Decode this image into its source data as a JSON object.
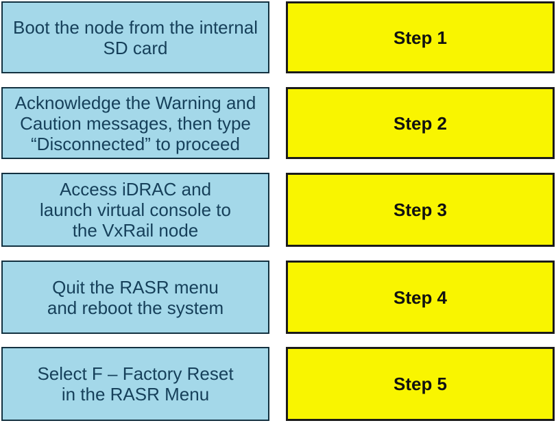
{
  "colors": {
    "page_background": "#ffffff",
    "task_card_fill": "#a4d8e9",
    "task_card_border": "#12303f",
    "task_card_text": "#16405a",
    "step_card_fill": "#f9f500",
    "step_card_border": "#1a1a1a",
    "step_card_text": "#111111"
  },
  "pairs": [
    {
      "description": "Boot the node from the internal\nSD card",
      "step": "Step 1"
    },
    {
      "description": "Acknowledge the Warning and\nCaution messages, then type\n“Disconnected” to proceed",
      "step": "Step 2"
    },
    {
      "description": "Access iDRAC and\nlaunch virtual console to\nthe VxRail node",
      "step": "Step 3"
    },
    {
      "description": "Quit the RASR menu\nand reboot the system",
      "step": "Step 4"
    },
    {
      "description": "Select F – Factory Reset\nin the RASR Menu",
      "step": "Step 5"
    }
  ]
}
